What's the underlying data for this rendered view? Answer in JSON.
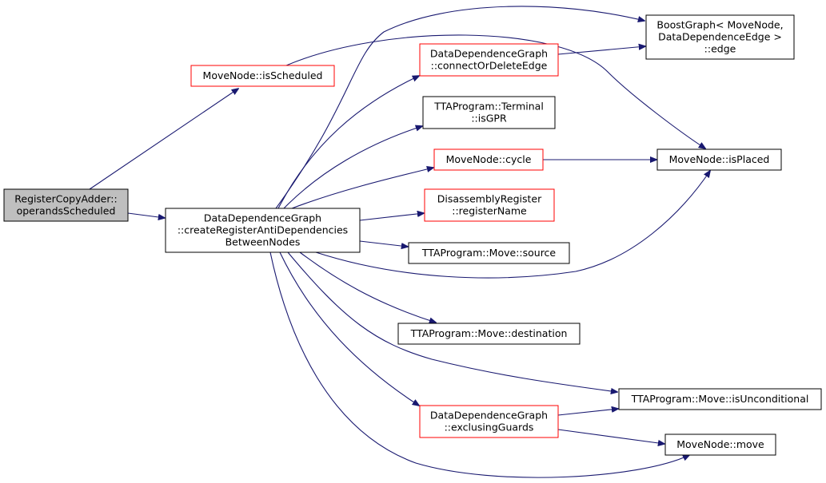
{
  "colors": {
    "edge": "#191970",
    "node_border_default": "#000000",
    "node_border_truncated": "#ff0000",
    "root_fill": "#bfbfbf",
    "node_fill": "#ffffff"
  },
  "nodes": [
    {
      "id": "root",
      "lines": [
        "RegisterCopyAdder::",
        "operandsScheduled"
      ],
      "style": "root"
    },
    {
      "id": "isScheduled",
      "lines": [
        "MoveNode::isScheduled"
      ],
      "style": "truncated"
    },
    {
      "id": "createAnti",
      "lines": [
        "DataDependenceGraph",
        "::createRegisterAntiDependencies",
        "BetweenNodes"
      ],
      "style": "default"
    },
    {
      "id": "connectOrDelete",
      "lines": [
        "DataDependenceGraph",
        "::connectOrDeleteEdge"
      ],
      "style": "truncated"
    },
    {
      "id": "boostEdge",
      "lines": [
        "BoostGraph< MoveNode,",
        "DataDependenceEdge >",
        "::edge"
      ],
      "style": "default"
    },
    {
      "id": "terminalIsGPR",
      "lines": [
        "TTAProgram::Terminal",
        "::isGPR"
      ],
      "style": "default"
    },
    {
      "id": "cycle",
      "lines": [
        "MoveNode::cycle"
      ],
      "style": "truncated"
    },
    {
      "id": "isPlaced",
      "lines": [
        "MoveNode::isPlaced"
      ],
      "style": "default"
    },
    {
      "id": "registerName",
      "lines": [
        "DisassemblyRegister",
        "::registerName"
      ],
      "style": "truncated"
    },
    {
      "id": "source",
      "lines": [
        "TTAProgram::Move::source"
      ],
      "style": "default"
    },
    {
      "id": "destination",
      "lines": [
        "TTAProgram::Move::destination"
      ],
      "style": "default"
    },
    {
      "id": "isUnconditional",
      "lines": [
        "TTAProgram::Move::isUnconditional"
      ],
      "style": "default"
    },
    {
      "id": "exclusingGuards",
      "lines": [
        "DataDependenceGraph",
        "::exclusingGuards"
      ],
      "style": "truncated"
    },
    {
      "id": "move",
      "lines": [
        "MoveNode::move"
      ],
      "style": "default"
    }
  ],
  "edges": [
    {
      "from": "root",
      "to": "isScheduled"
    },
    {
      "from": "root",
      "to": "createAnti"
    },
    {
      "from": "isScheduled",
      "to": "isPlaced"
    },
    {
      "from": "createAnti",
      "to": "boostEdge"
    },
    {
      "from": "createAnti",
      "to": "connectOrDelete"
    },
    {
      "from": "createAnti",
      "to": "terminalIsGPR"
    },
    {
      "from": "createAnti",
      "to": "cycle"
    },
    {
      "from": "createAnti",
      "to": "registerName"
    },
    {
      "from": "createAnti",
      "to": "source"
    },
    {
      "from": "createAnti",
      "to": "isPlaced"
    },
    {
      "from": "createAnti",
      "to": "destination"
    },
    {
      "from": "createAnti",
      "to": "isUnconditional"
    },
    {
      "from": "createAnti",
      "to": "exclusingGuards"
    },
    {
      "from": "createAnti",
      "to": "move"
    },
    {
      "from": "connectOrDelete",
      "to": "boostEdge"
    },
    {
      "from": "cycle",
      "to": "isPlaced"
    },
    {
      "from": "exclusingGuards",
      "to": "isUnconditional"
    },
    {
      "from": "exclusingGuards",
      "to": "move"
    }
  ]
}
